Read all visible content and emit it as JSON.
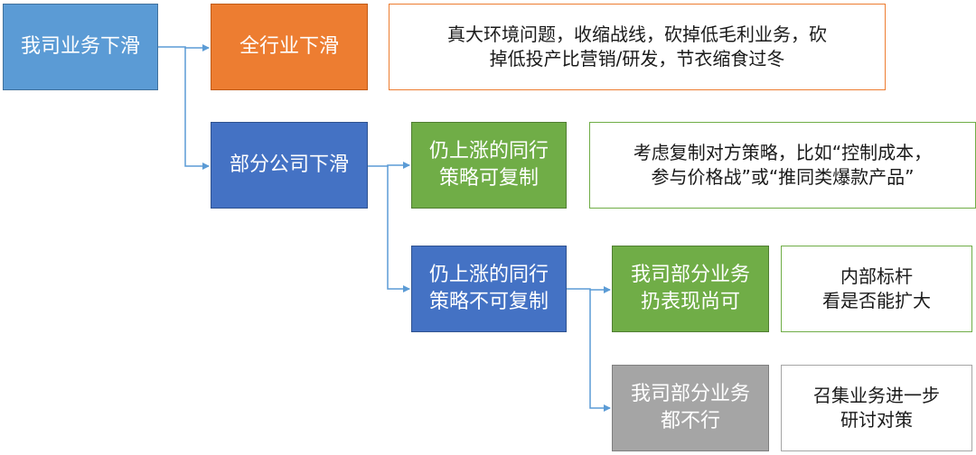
{
  "colors": {
    "root": "#5B9BD5",
    "industry": "#ED7D31",
    "peer": "#4472C4",
    "action": "#70AD47",
    "fail": "#A5A5A5",
    "connector": "#5B9BD5"
  },
  "nodes": {
    "root": "我司业务下滑",
    "industry_decline": "全行业下滑",
    "industry_action": "真大环境问题，收缩战线，砍掉低毛利业务，砍\n掉低投产比营销/研发，节衣缩食过冬",
    "partial_decline": "部分公司下滑",
    "peer_copyable": "仍上涨的同行\n策略可复制",
    "peer_copyable_action": "考虑复制对方策略，比如“控制成本，\n参与价格战”或“推同类爆款产品”",
    "peer_not_copyable": "仍上涨的同行\n策略不可复制",
    "some_units_ok": "我司部分业务\n扔表现尚可",
    "some_units_ok_action": "内部标杆\n看是否能扩大",
    "all_units_fail": "我司部分业务\n都不行",
    "all_units_fail_action": "召集业务进一步\n研讨对策"
  }
}
